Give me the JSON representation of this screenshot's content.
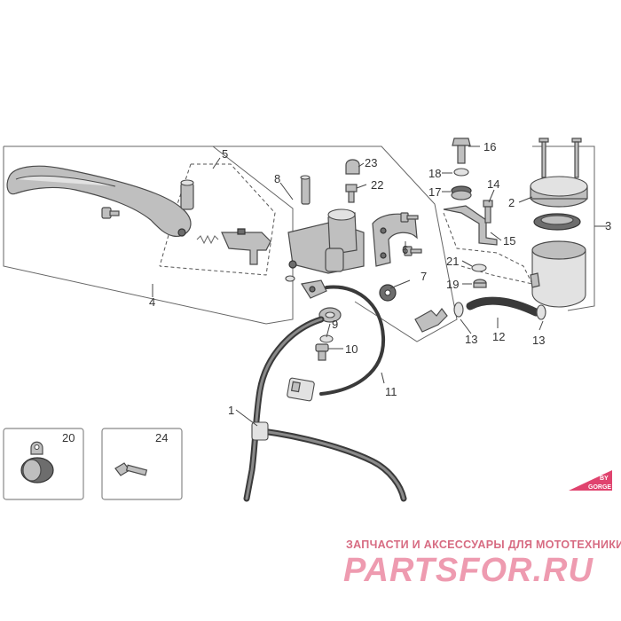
{
  "callouts": [
    "1",
    "2",
    "3",
    "4",
    "5",
    "6",
    "7",
    "8",
    "9",
    "10",
    "11",
    "12",
    "13",
    "13",
    "14",
    "15",
    "16",
    "17",
    "18",
    "19",
    "20",
    "21",
    "22",
    "23",
    "24"
  ],
  "watermark": {
    "tagline": "ЗАПЧАСТИ И АКСЕССУАРЫ ДЛЯ МОТОТЕХНИКИ",
    "brand": "PARTSFOR.RU"
  },
  "badge": {
    "line1": "BY",
    "line2": "GORGE"
  },
  "colors": {
    "watermark": "#ee9bb0",
    "badge": "#e0436e"
  }
}
